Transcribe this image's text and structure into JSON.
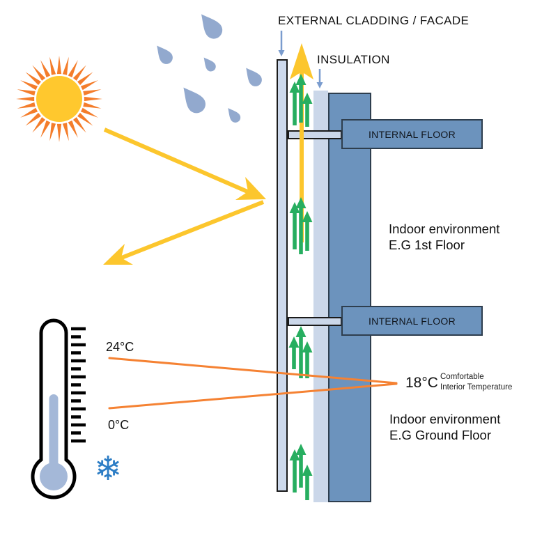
{
  "diagram": {
    "title": "EXTERNAL CLADDING / FACADE",
    "insulation_label": "INSULATION",
    "floors": [
      {
        "label": "INTERNAL FLOOR"
      },
      {
        "label": "INTERNAL FLOOR"
      }
    ],
    "environments": [
      {
        "line1": "Indoor environment",
        "line2": "E.G 1st Floor"
      },
      {
        "line1": "Indoor environment",
        "line2": "E.G Ground Floor"
      }
    ],
    "temperatures": {
      "high": "24°C",
      "low": "0°C",
      "comfort": "18°C",
      "comfort_note_line1": "Comfortable",
      "comfort_note_line2": "Interior Temperature"
    },
    "snowflake_glyph": "❄"
  },
  "colors": {
    "sun_core": "#FFC82E",
    "sun_rays": "#F47D2B",
    "rain": "#92A9CE",
    "beam_yellow": "#FCC62D",
    "green_arrow": "#27AE60",
    "orange_line": "#F58233",
    "cladding": "#CDD9EC",
    "insulation": "#CBD7E9",
    "wall": "#6C93BD",
    "mercury": "#A4B8D8",
    "snowflake": "#2C7DC5",
    "label_arrow": "#7A9CCE"
  }
}
